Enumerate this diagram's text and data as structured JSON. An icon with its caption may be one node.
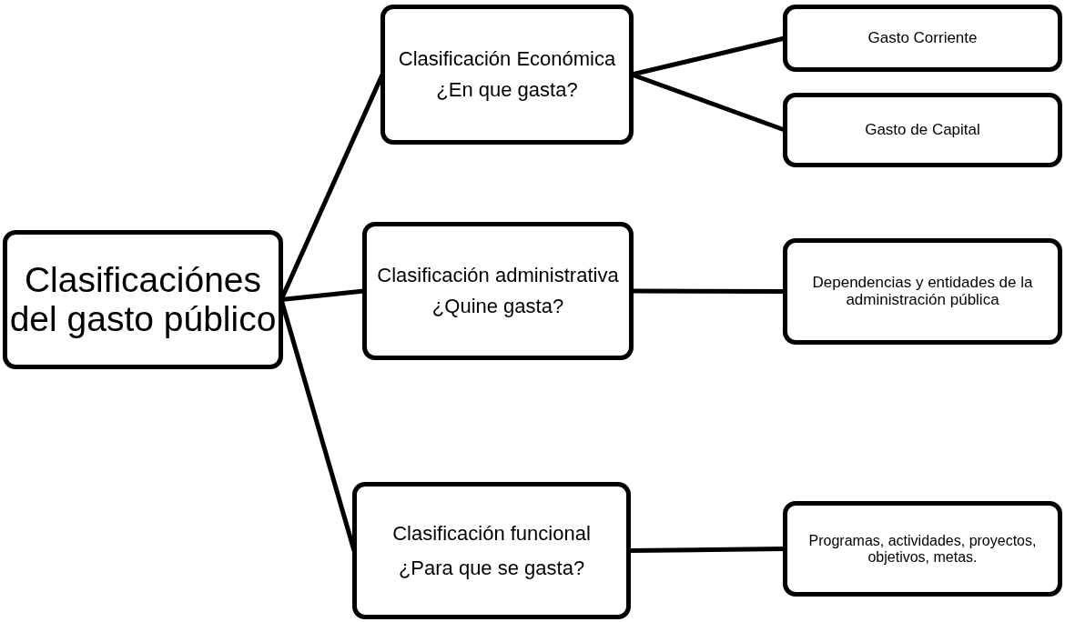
{
  "diagram": {
    "nodes": [
      {
        "text": [
          "Clasificaciónes del gasto público"
        ]
      },
      {
        "text": [
          "Clasificación Económica",
          "¿En que gasta?"
        ]
      },
      {
        "text": [
          "Clasificación administrativa",
          "¿Quine gasta?"
        ]
      },
      {
        "text": [
          "Clasificación funcional",
          "¿Para que se gasta?"
        ]
      },
      {
        "text": [
          "Gasto Corriente"
        ]
      },
      {
        "text": [
          "Gasto de Capital"
        ]
      },
      {
        "text": [
          "Dependencias y entidades de la administración pública"
        ]
      },
      {
        "text": [
          "Programas, actividades, proyectos, objetivos, metas."
        ]
      }
    ],
    "edges": [
      {
        "from": 0,
        "to": 1,
        "arrow": "none"
      },
      {
        "from": 0,
        "to": 2,
        "arrow": "none"
      },
      {
        "from": 0,
        "to": 3,
        "arrow": "none"
      },
      {
        "from": 1,
        "to": 4,
        "arrow": "none"
      },
      {
        "from": 1,
        "to": 5,
        "arrow": "none"
      },
      {
        "from": 2,
        "to": 6,
        "arrow": "none"
      },
      {
        "from": 3,
        "to": 7,
        "arrow": "none"
      }
    ]
  }
}
